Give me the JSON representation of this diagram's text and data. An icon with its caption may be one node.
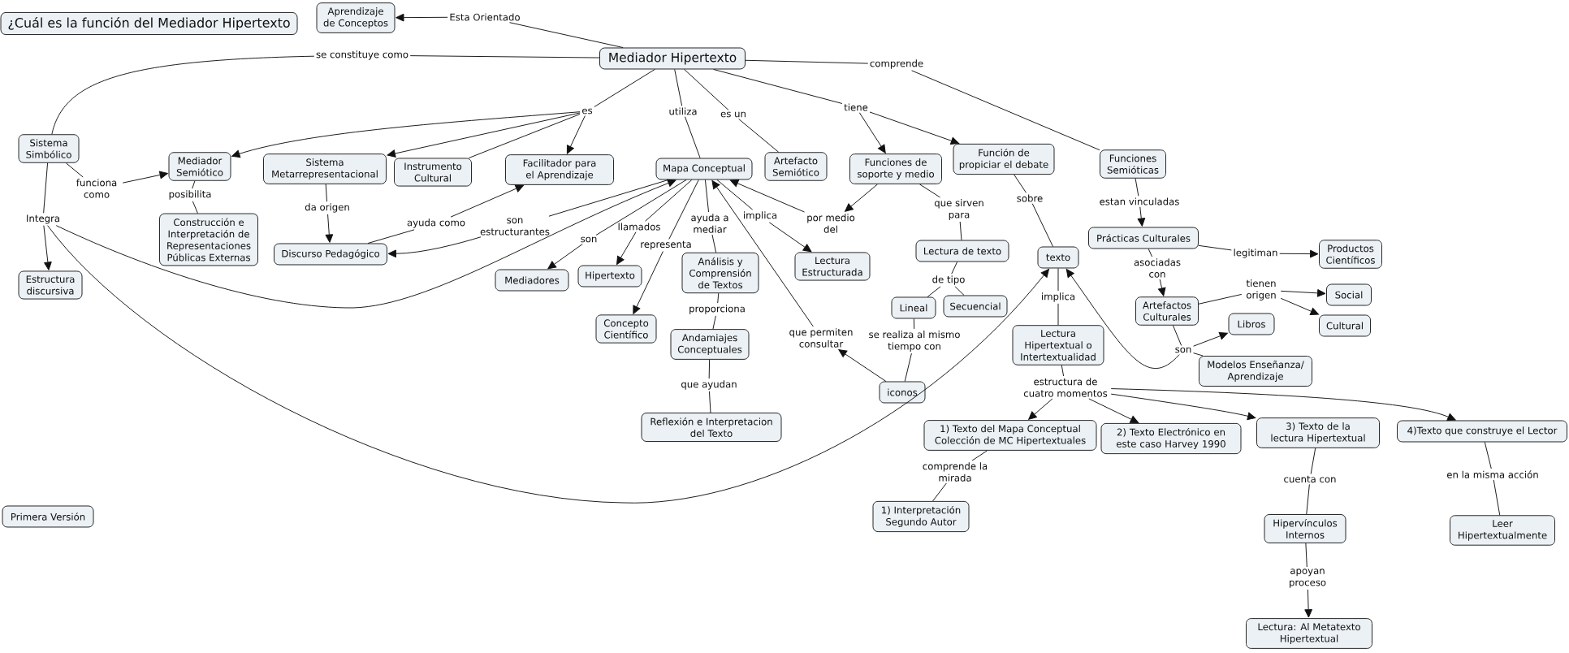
{
  "diagram": {
    "nodes": [
      {
        "text": [
          "¿Cuál es la función del Mediador Hipertexto"
        ]
      },
      {
        "text": [
          "Aprendizaje de Conceptos"
        ]
      },
      {
        "text": [
          "Esta Orientado"
        ]
      },
      {
        "text": [
          "Mediador Hipertexto"
        ]
      },
      {
        "text": [
          "se constituye como"
        ]
      },
      {
        "text": [
          "comprende"
        ]
      },
      {
        "text": [
          "Sistema Simbólico"
        ]
      },
      {
        "text": [
          "es"
        ]
      },
      {
        "text": [
          "utiliza"
        ]
      },
      {
        "text": [
          "es un"
        ]
      },
      {
        "text": [
          "tiene"
        ]
      },
      {
        "text": [
          "Mediador Semiótico"
        ]
      },
      {
        "text": [
          "Sistema Metarrepresentacional"
        ]
      },
      {
        "text": [
          "Instrumento Cultural"
        ]
      },
      {
        "text": [
          "Facilitador para el Aprendizaje"
        ]
      },
      {
        "text": [
          "Mapa Conceptual"
        ]
      },
      {
        "text": [
          "Artefacto Semiótico"
        ]
      },
      {
        "text": [
          "Funciones de soporte y medio"
        ]
      },
      {
        "text": [
          "Función de propiciar el debate"
        ]
      },
      {
        "text": [
          "Funciones Semióticas"
        ]
      },
      {
        "text": [
          "funciona como"
        ]
      },
      {
        "text": [
          "posibilita"
        ]
      },
      {
        "text": [
          "Integra"
        ]
      },
      {
        "text": [
          "da origen"
        ]
      },
      {
        "text": [
          "ayuda como"
        ]
      },
      {
        "text": [
          "son estructurantes"
        ]
      },
      {
        "text": [
          "llamados"
        ]
      },
      {
        "text": [
          "son"
        ]
      },
      {
        "text": [
          "ayuda a mediar"
        ]
      },
      {
        "text": [
          "implica"
        ]
      },
      {
        "text": [
          "por medio del"
        ]
      },
      {
        "text": [
          "que sirven para"
        ]
      },
      {
        "text": [
          "sobre"
        ]
      },
      {
        "text": [
          "estan vinculadas"
        ]
      },
      {
        "text": [
          "Construcción e Interpretación de Representaciones Públicas Externas"
        ]
      },
      {
        "text": [
          "Discurso Pedagógico"
        ]
      },
      {
        "text": [
          "representa"
        ]
      },
      {
        "text": [
          "Estructura discursiva"
        ]
      },
      {
        "text": [
          "Mediadores"
        ]
      },
      {
        "text": [
          "Hipertexto"
        ]
      },
      {
        "text": [
          "Análisis y Comprensión de Textos"
        ]
      },
      {
        "text": [
          "Lectura Estructurada"
        ]
      },
      {
        "text": [
          "Lectura de texto"
        ]
      },
      {
        "text": [
          "texto"
        ]
      },
      {
        "text": [
          "Prácticas Culturales"
        ]
      },
      {
        "text": [
          "legitiman"
        ]
      },
      {
        "text": [
          "Productos Científicos"
        ]
      },
      {
        "text": [
          "de tipo"
        ]
      },
      {
        "text": [
          "asociadas con"
        ]
      },
      {
        "text": [
          "implica"
        ]
      },
      {
        "text": [
          "tienen origen"
        ]
      },
      {
        "text": [
          "Social"
        ]
      },
      {
        "text": [
          "Lineal"
        ]
      },
      {
        "text": [
          "Secuencial"
        ]
      },
      {
        "text": [
          "proporciona"
        ]
      },
      {
        "text": [
          "Concepto Científico"
        ]
      },
      {
        "text": [
          "Artefactos Culturales"
        ]
      },
      {
        "text": [
          "Libros"
        ]
      },
      {
        "text": [
          "Cultural"
        ]
      },
      {
        "text": [
          "que permiten consultar"
        ]
      },
      {
        "text": [
          "se realiza al mismo tiempo con"
        ]
      },
      {
        "text": [
          "Andamiajes Conceptuales"
        ]
      },
      {
        "text": [
          "Lectura Hipertextual o Intertextualidad"
        ]
      },
      {
        "text": [
          "son"
        ]
      },
      {
        "text": [
          "Modelos Enseñanza/ Aprendizaje"
        ]
      },
      {
        "text": [
          "que ayudan"
        ]
      },
      {
        "text": [
          "estructura de cuatro momentos"
        ]
      },
      {
        "text": [
          "iconos"
        ]
      },
      {
        "text": [
          "Reflexión e Interpretacion del Texto"
        ]
      },
      {
        "text": [
          "1) Texto del Mapa Conceptual Colección de MC Hipertextuales"
        ]
      },
      {
        "text": [
          "2) Texto Electrónico en este caso Harvey 1990"
        ]
      },
      {
        "text": [
          "3) Texto de la lectura Hipertextual"
        ]
      },
      {
        "text": [
          "4)Texto que construye el Lector"
        ]
      },
      {
        "text": [
          "comprende la mirada"
        ]
      },
      {
        "text": [
          "en la misma acción"
        ]
      },
      {
        "text": [
          "cuenta con"
        ]
      },
      {
        "text": [
          "1) Interpretación Segundo Autor"
        ]
      },
      {
        "text": [
          "Hipervínculos Internos"
        ]
      },
      {
        "text": [
          "Leer Hipertextualmente"
        ]
      },
      {
        "text": [
          "Primera Versión"
        ]
      },
      {
        "text": [
          "apoyan proceso"
        ]
      },
      {
        "text": [
          "Lectura: Al Metatexto Hipertextual"
        ]
      }
    ],
    "edges": [
      {
        "from": 3,
        "to": 2,
        "arrow": "none"
      },
      {
        "from": 2,
        "to": 1,
        "arrow": "to"
      },
      {
        "from": 3,
        "to": 4,
        "arrow": "none"
      },
      {
        "from": 4,
        "to": 6,
        "arrow": "none"
      },
      {
        "from": 3,
        "to": 5,
        "arrow": "none"
      },
      {
        "from": 5,
        "to": 19,
        "arrow": "none"
      },
      {
        "from": 3,
        "to": 7,
        "arrow": "none"
      },
      {
        "from": 7,
        "to": 11,
        "arrow": "to"
      },
      {
        "from": 7,
        "to": 12,
        "arrow": "to"
      },
      {
        "from": 7,
        "to": 13,
        "arrow": "none"
      },
      {
        "from": 7,
        "to": 14,
        "arrow": "to"
      },
      {
        "from": 3,
        "to": 8,
        "arrow": "none"
      },
      {
        "from": 8,
        "to": 15,
        "arrow": "none"
      },
      {
        "from": 3,
        "to": 9,
        "arrow": "none"
      },
      {
        "from": 9,
        "to": 16,
        "arrow": "none"
      },
      {
        "from": 3,
        "to": 10,
        "arrow": "none"
      },
      {
        "from": 10,
        "to": 17,
        "arrow": "to"
      },
      {
        "from": 10,
        "to": 18,
        "arrow": "to"
      },
      {
        "from": 6,
        "to": 20,
        "arrow": "none"
      },
      {
        "from": 20,
        "to": 11,
        "arrow": "to"
      },
      {
        "from": 11,
        "to": 21,
        "arrow": "none"
      },
      {
        "from": 21,
        "to": 34,
        "arrow": "none"
      },
      {
        "from": 6,
        "to": 22,
        "arrow": "none"
      },
      {
        "from": 22,
        "to": 37,
        "arrow": "to"
      },
      {
        "from": 22,
        "to": 15,
        "arrow": "to"
      },
      {
        "from": 22,
        "to": 43,
        "arrow": "to"
      },
      {
        "from": 12,
        "to": 23,
        "arrow": "none"
      },
      {
        "from": 23,
        "to": 35,
        "arrow": "to"
      },
      {
        "from": 35,
        "to": 24,
        "arrow": "none"
      },
      {
        "from": 24,
        "to": 14,
        "arrow": "to"
      },
      {
        "from": 15,
        "to": 25,
        "arrow": "none"
      },
      {
        "from": 25,
        "to": 35,
        "arrow": "to"
      },
      {
        "from": 15,
        "to": 26,
        "arrow": "none"
      },
      {
        "from": 26,
        "to": 39,
        "arrow": "to"
      },
      {
        "from": 15,
        "to": 27,
        "arrow": "none"
      },
      {
        "from": 27,
        "to": 38,
        "arrow": "to"
      },
      {
        "from": 15,
        "to": 28,
        "arrow": "none"
      },
      {
        "from": 28,
        "to": 40,
        "arrow": "none"
      },
      {
        "from": 15,
        "to": 29,
        "arrow": "none"
      },
      {
        "from": 29,
        "to": 41,
        "arrow": "to"
      },
      {
        "from": 17,
        "to": 30,
        "arrow": "to"
      },
      {
        "from": 30,
        "to": 15,
        "arrow": "to"
      },
      {
        "from": 15,
        "to": 36,
        "arrow": "none"
      },
      {
        "from": 36,
        "to": 55,
        "arrow": "to"
      },
      {
        "from": 59,
        "to": 15,
        "arrow": "to"
      },
      {
        "from": 67,
        "to": 59,
        "arrow": "to"
      },
      {
        "from": 18,
        "to": 32,
        "arrow": "none"
      },
      {
        "from": 32,
        "to": 43,
        "arrow": "none"
      },
      {
        "from": 17,
        "to": 31,
        "arrow": "none"
      },
      {
        "from": 31,
        "to": 42,
        "arrow": "none"
      },
      {
        "from": 42,
        "to": 47,
        "arrow": "none"
      },
      {
        "from": 47,
        "to": 52,
        "arrow": "none"
      },
      {
        "from": 47,
        "to": 53,
        "arrow": "none"
      },
      {
        "from": 52,
        "to": 60,
        "arrow": "none"
      },
      {
        "from": 60,
        "to": 67,
        "arrow": "none"
      },
      {
        "from": 19,
        "to": 33,
        "arrow": "none"
      },
      {
        "from": 33,
        "to": 44,
        "arrow": "to"
      },
      {
        "from": 44,
        "to": 45,
        "arrow": "none"
      },
      {
        "from": 45,
        "to": 46,
        "arrow": "to"
      },
      {
        "from": 44,
        "to": 48,
        "arrow": "none"
      },
      {
        "from": 48,
        "to": 56,
        "arrow": "to"
      },
      {
        "from": 56,
        "to": 50,
        "arrow": "none"
      },
      {
        "from": 50,
        "to": 51,
        "arrow": "to"
      },
      {
        "from": 50,
        "to": 58,
        "arrow": "to"
      },
      {
        "from": 43,
        "to": 49,
        "arrow": "none"
      },
      {
        "from": 49,
        "to": 62,
        "arrow": "none"
      },
      {
        "from": 56,
        "to": 63,
        "arrow": "none"
      },
      {
        "from": 63,
        "to": 57,
        "arrow": "to"
      },
      {
        "from": 63,
        "to": 64,
        "arrow": "none"
      },
      {
        "from": 63,
        "to": 43,
        "arrow": "to"
      },
      {
        "from": 40,
        "to": 54,
        "arrow": "none"
      },
      {
        "from": 54,
        "to": 61,
        "arrow": "none"
      },
      {
        "from": 61,
        "to": 65,
        "arrow": "none"
      },
      {
        "from": 65,
        "to": 68,
        "arrow": "none"
      },
      {
        "from": 62,
        "to": 66,
        "arrow": "none"
      },
      {
        "from": 66,
        "to": 69,
        "arrow": "to"
      },
      {
        "from": 66,
        "to": 70,
        "arrow": "to"
      },
      {
        "from": 66,
        "to": 71,
        "arrow": "to"
      },
      {
        "from": 66,
        "to": 72,
        "arrow": "to"
      },
      {
        "from": 69,
        "to": 73,
        "arrow": "none"
      },
      {
        "from": 73,
        "to": 76,
        "arrow": "none"
      },
      {
        "from": 71,
        "to": 75,
        "arrow": "none"
      },
      {
        "from": 75,
        "to": 77,
        "arrow": "none"
      },
      {
        "from": 77,
        "to": 80,
        "arrow": "none"
      },
      {
        "from": 80,
        "to": 81,
        "arrow": "to"
      },
      {
        "from": 72,
        "to": 74,
        "arrow": "none"
      },
      {
        "from": 74,
        "to": 78,
        "arrow": "none"
      }
    ]
  }
}
